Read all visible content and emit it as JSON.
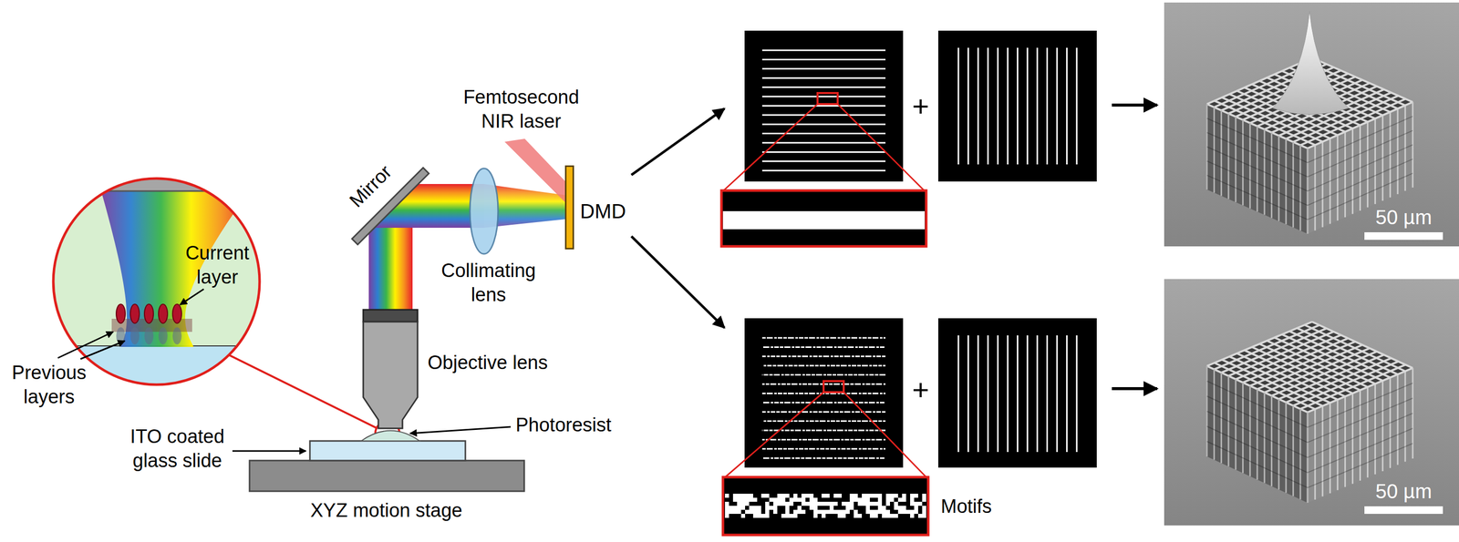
{
  "diagram": {
    "nodes": [
      {
        "text": [
          "Current layer"
        ]
      },
      {
        "text": [
          "DMD"
        ]
      },
      {
        "text": [
          "50 µm"
        ]
      },
      {
        "text": [
          "50 µm"
        ]
      }
    ],
    "labels": [
      "Previous layers",
      "Mirror",
      "Femtosecond NIR laser",
      "Collimating lens",
      "Objective lens",
      "ITO coated glass slide",
      "Photoresist",
      "XYZ motion stage",
      "+",
      "+",
      "Motifs"
    ]
  }
}
